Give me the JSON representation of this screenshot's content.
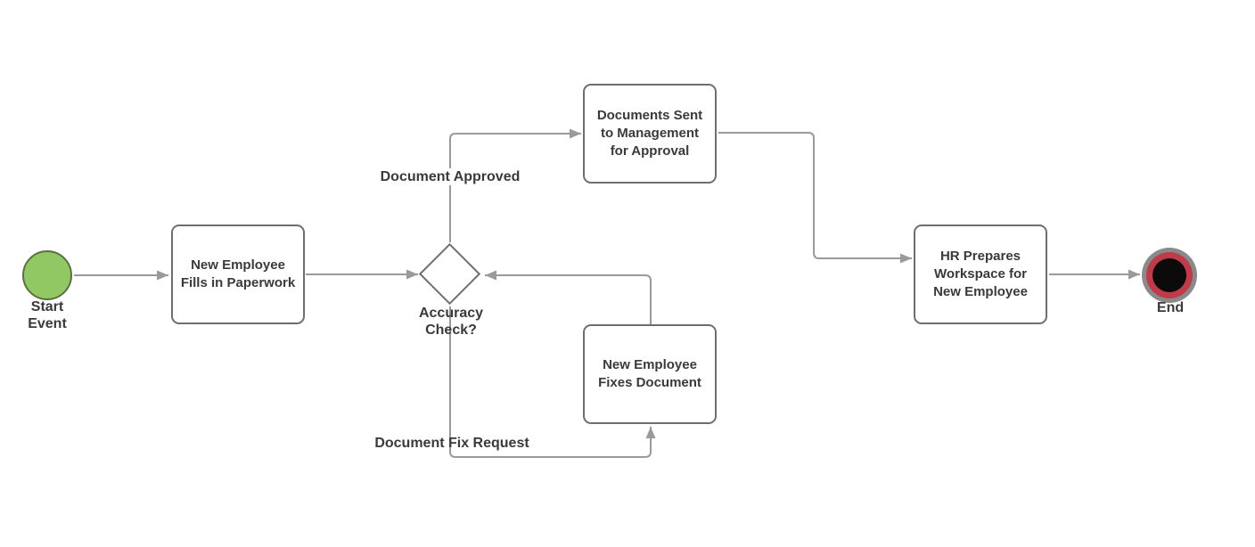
{
  "nodes": {
    "start_event": {
      "label": "Start Event"
    },
    "task_fill_paperwork": {
      "label": "New Employee Fills in Paperwork"
    },
    "gateway_accuracy": {
      "label": "Accuracy Check?"
    },
    "task_documents_sent": {
      "label": "Documents Sent to Management for Approval"
    },
    "task_fix_document": {
      "label": "New Employee Fixes Document"
    },
    "task_hr_workspace": {
      "label": "HR Prepares Workspace for New Employee"
    },
    "end_event": {
      "label": "End"
    }
  },
  "edges": {
    "approved_label": "Document Approved",
    "fix_request_label": "Document Fix Request"
  },
  "colors": {
    "start_fill": "#92C863",
    "start_stroke": "#5B7141",
    "end_outer_ring": "#8A8A8A",
    "end_inner_ring": "#BE3B4A",
    "end_core": "#0D0A0B",
    "connector": "#9A9A9A",
    "shape_border": "#6E6E6E",
    "shape_fill": "#FFFFFF",
    "text": "#3A3A3A"
  }
}
